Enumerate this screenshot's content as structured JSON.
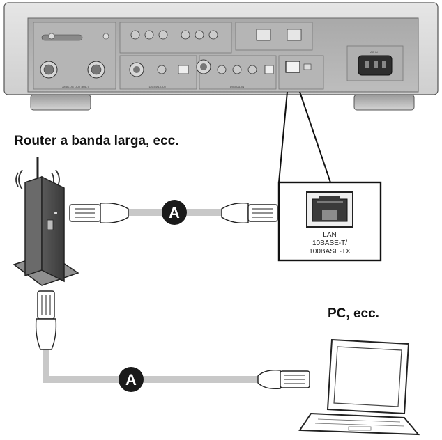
{
  "labels": {
    "router": "Router a banda larga, ecc.",
    "pc": "PC, ecc.",
    "cable_marker": "A"
  },
  "lan_port": {
    "line1": "LAN",
    "line2": "10BASE-T/",
    "line3": "100BASE-TX"
  },
  "panel_sections": {
    "analog_out": "ANALOG OUT (BAL)",
    "digital_out": "DIGITAL OUT",
    "digital_in": "DIGITAL IN",
    "ac_in": "AC IN ~"
  },
  "colors": {
    "cable": "#c8c8c8",
    "badge": "#1a1a1a",
    "outline": "#222222",
    "panel": "#b8b8b8",
    "callout_fill": "#ffffff"
  },
  "icons": {
    "router": "router-icon",
    "laptop": "laptop-icon",
    "connector": "rj45-connector-icon",
    "port": "ethernet-port-icon"
  }
}
